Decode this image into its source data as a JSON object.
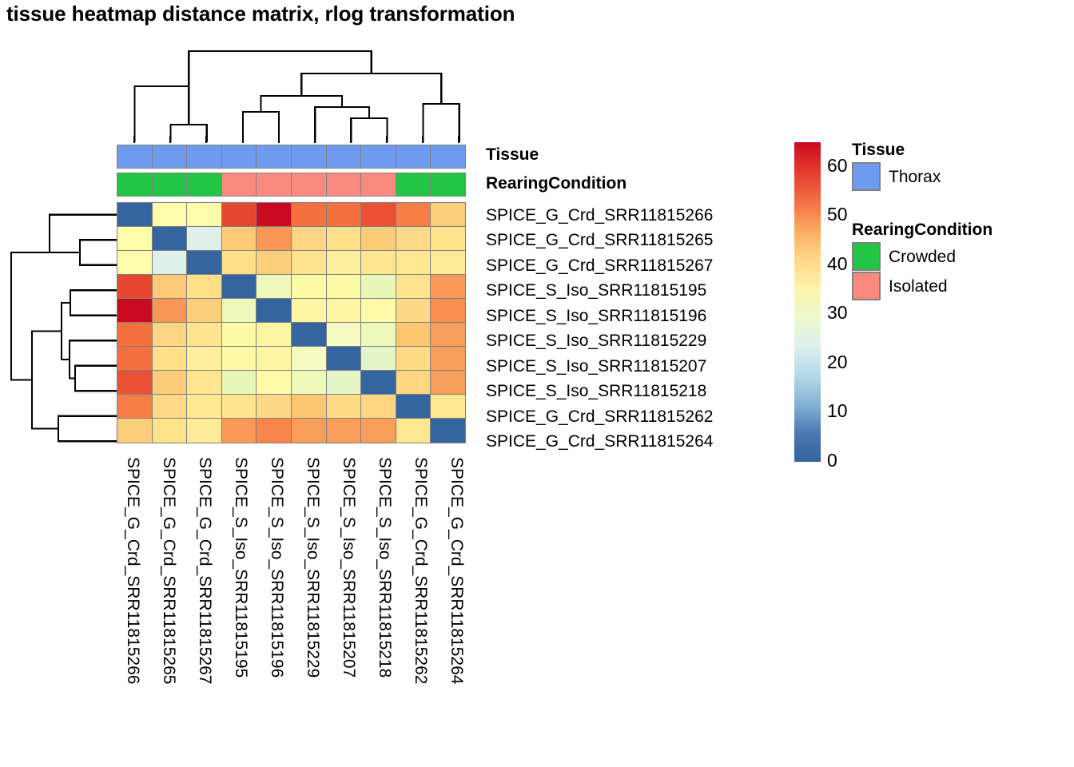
{
  "title": "tissue heatmap distance matrix, rlog transformation",
  "annotations": {
    "tissue_label": "Tissue",
    "rearing_label": "RearingCondition",
    "tissue_values": [
      "Thorax",
      "Thorax",
      "Thorax",
      "Thorax",
      "Thorax",
      "Thorax",
      "Thorax",
      "Thorax",
      "Thorax",
      "Thorax"
    ],
    "rearing_values": [
      "Crowded",
      "Crowded",
      "Crowded",
      "Isolated",
      "Isolated",
      "Isolated",
      "Isolated",
      "Isolated",
      "Crowded",
      "Crowded"
    ]
  },
  "legends": [
    {
      "title": "Tissue",
      "items": [
        {
          "label": "Thorax",
          "color": "#6e9bf0"
        }
      ]
    },
    {
      "title": "RearingCondition",
      "items": [
        {
          "label": "Crowded",
          "color": "#22c544"
        },
        {
          "label": "Isolated",
          "color": "#fa8a80"
        }
      ]
    }
  ],
  "colorbar": {
    "ticks": [
      "60",
      "50",
      "40",
      "30",
      "20",
      "10",
      "0"
    ],
    "min": 0,
    "max": 65,
    "stops": [
      "#ca0a20",
      "#e23b2c",
      "#f36d43",
      "#fca85d",
      "#fed687",
      "#fdf3ab",
      "#eff8cd",
      "#dcf0ef",
      "#b5dbe9",
      "#85b4d4",
      "#4e78b5",
      "#34649f"
    ]
  },
  "chart_data": {
    "type": "heatmap",
    "title": "tissue heatmap distance matrix, rlog transformation",
    "xlabel": "",
    "ylabel": "",
    "zlabel": "distance",
    "zlim": [
      0,
      65
    ],
    "grid": false,
    "legend_position": "right",
    "categories": [
      "SPICE_G_Crd_SRR11815266",
      "SPICE_G_Crd_SRR11815265",
      "SPICE_G_Crd_SRR11815267",
      "SPICE_S_Iso_SRR11815195",
      "SPICE_S_Iso_SRR11815196",
      "SPICE_S_Iso_SRR11815229",
      "SPICE_S_Iso_SRR11815207",
      "SPICE_S_Iso_SRR11815218",
      "SPICE_G_Crd_SRR11815262",
      "SPICE_G_Crd_SRR11815264"
    ],
    "row_labels": [
      "SPICE_G_Crd_SRR11815266",
      "SPICE_G_Crd_SRR11815265",
      "SPICE_G_Crd_SRR11815267",
      "SPICE_S_Iso_SRR11815195",
      "SPICE_S_Iso_SRR11815196",
      "SPICE_S_Iso_SRR11815229",
      "SPICE_S_Iso_SRR11815207",
      "SPICE_S_Iso_SRR11815218",
      "SPICE_G_Crd_SRR11815262",
      "SPICE_G_Crd_SRR11815264"
    ],
    "col_labels": [
      "SPICE_G_Crd_SRR11815266",
      "SPICE_G_Crd_SRR11815265",
      "SPICE_G_Crd_SRR11815267",
      "SPICE_S_Iso_SRR11815195",
      "SPICE_S_Iso_SRR11815196",
      "SPICE_S_Iso_SRR11815229",
      "SPICE_S_Iso_SRR11815207",
      "SPICE_S_Iso_SRR11815218",
      "SPICE_G_Crd_SRR11815262",
      "SPICE_G_Crd_SRR11815264"
    ],
    "values": [
      [
        0,
        31,
        31,
        53,
        61,
        49,
        49,
        52,
        48,
        41
      ],
      [
        31,
        0,
        22,
        40,
        45,
        39,
        37,
        40,
        38,
        36
      ],
      [
        31,
        22,
        0,
        38,
        40,
        37,
        35,
        37,
        36,
        35
      ],
      [
        53,
        40,
        38,
        0,
        28,
        31,
        31,
        28,
        38,
        45
      ],
      [
        61,
        45,
        40,
        28,
        0,
        33,
        33,
        32,
        39,
        47
      ],
      [
        49,
        39,
        37,
        31,
        33,
        0,
        29,
        28,
        42,
        45
      ],
      [
        49,
        37,
        35,
        31,
        33,
        29,
        0,
        27,
        39,
        45
      ],
      [
        52,
        40,
        37,
        28,
        32,
        28,
        27,
        0,
        39,
        45
      ],
      [
        48,
        38,
        36,
        38,
        39,
        42,
        39,
        39,
        0,
        34
      ],
      [
        41,
        36,
        35,
        45,
        47,
        45,
        45,
        45,
        34,
        0
      ]
    ],
    "cell_colors": [
      [
        "#35659f",
        "#fdfcaa",
        "#fdfcab",
        "#e6482f",
        "#ca0a20",
        "#f4703f",
        "#f4713f",
        "#ea5134",
        "#f67d45",
        "#fdce79"
      ],
      [
        "#fdfcaa",
        "#35659f",
        "#dff0ea",
        "#fdcb78",
        "#fa9656",
        "#fdd584",
        "#fee089",
        "#fdcc79",
        "#fed988",
        "#fee28c"
      ],
      [
        "#fdfcab",
        "#dff0ea",
        "#35659f",
        "#fee089",
        "#fdcf7b",
        "#fee48e",
        "#fdef9e",
        "#fee58f",
        "#fee891",
        "#feeb95"
      ],
      [
        "#e6482f",
        "#fdcb78",
        "#fee089",
        "#35659f",
        "#edf8ba",
        "#fdfaa6",
        "#fdfaa6",
        "#e9f7b6",
        "#fee48e",
        "#fa9a58"
      ],
      [
        "#ca0a20",
        "#fa9656",
        "#fdcf7b",
        "#edf8ba",
        "#35659f",
        "#fdf5a2",
        "#fdf5a2",
        "#fdfba8",
        "#fdd886",
        "#f9904f"
      ],
      [
        "#f4703f",
        "#fdd584",
        "#fee48e",
        "#fdfaa6",
        "#fdf5a2",
        "#35659f",
        "#f5fac3",
        "#edf8ba",
        "#fdc772",
        "#f99d5b"
      ],
      [
        "#f4713f",
        "#fee089",
        "#fdef9e",
        "#fdfaa6",
        "#fdf5a2",
        "#f5fac3",
        "#35659f",
        "#e4f5c6",
        "#fedb87",
        "#f99d5b"
      ],
      [
        "#ea5134",
        "#fdcc79",
        "#fee58f",
        "#e9f7b6",
        "#fdfba8",
        "#edf8ba",
        "#e4f5c6",
        "#35659f",
        "#fed583",
        "#f99d5b"
      ],
      [
        "#f67d45",
        "#fed988",
        "#fee891",
        "#fee48e",
        "#fdd886",
        "#fdc772",
        "#fedb87",
        "#fed583",
        "#35659f",
        "#fee791"
      ],
      [
        "#fdce79",
        "#fee28c",
        "#feeb95",
        "#fa9a58",
        "#f8854b",
        "#f99d5b",
        "#f99d5b",
        "#f99d5b",
        "#fee791",
        "#35659f"
      ]
    ]
  },
  "col_dendrogram": {
    "description": "hierarchical clustering of columns",
    "leaf_order": [
      0,
      1,
      2,
      3,
      4,
      5,
      6,
      7,
      8,
      9
    ]
  },
  "row_dendrogram": {
    "description": "hierarchical clustering of rows",
    "leaf_order": [
      0,
      1,
      2,
      3,
      4,
      5,
      6,
      7,
      8,
      9
    ]
  }
}
